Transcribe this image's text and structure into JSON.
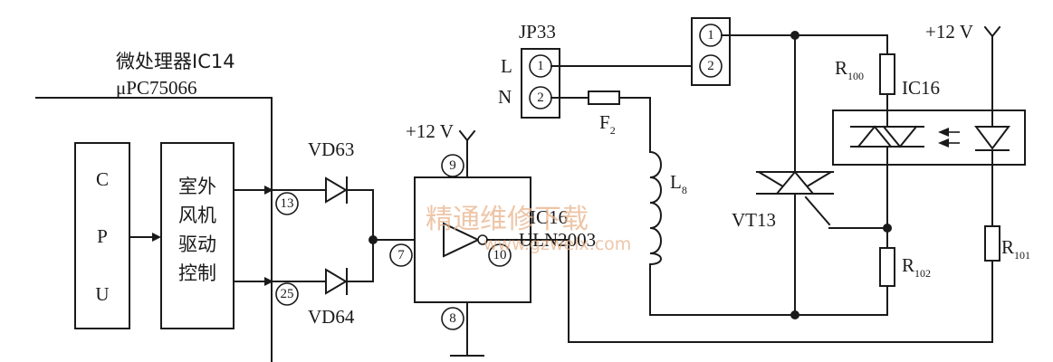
{
  "diagram": {
    "mcu_title": "微处理器IC14",
    "mcu_part": "μPC75066",
    "cpu_letters": [
      "C",
      "P",
      "U"
    ],
    "driver_lines": [
      "室外",
      "风机",
      "驱动",
      "控制"
    ],
    "diodes": {
      "upper": "VD63",
      "lower": "VD64"
    },
    "driver_ic": {
      "supply": "+12 V",
      "name": "IC16",
      "part": "ULN2003"
    },
    "pins": {
      "p13": "13",
      "p25": "25",
      "p9": "9",
      "p7": "7",
      "p10": "10",
      "p8": "8",
      "jp_1": "1",
      "jp_2": "2",
      "right_1": "1",
      "right_2": "2"
    },
    "connector": {
      "name": "JP33",
      "line_l": "L",
      "line_n": "N"
    },
    "fuse": {
      "name": "F",
      "sub": "2"
    },
    "inductor": {
      "name": "L",
      "sub": "8"
    },
    "triac": "VT13",
    "r100": {
      "name": "R",
      "sub": "100"
    },
    "r102": {
      "name": "R",
      "sub": "102"
    },
    "r101": {
      "name": "R",
      "sub": "101"
    },
    "optocoupler": "IC16",
    "supply_right": "+12 V"
  },
  "watermark": {
    "line1": "精通维修下载",
    "line2": "www.gzweix.com"
  }
}
